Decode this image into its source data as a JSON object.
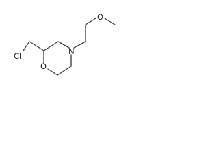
{
  "molecule": {
    "atoms": {
      "cl": "Cl",
      "o_ring": "O",
      "n_ring": "N",
      "o_ether": "O"
    }
  }
}
